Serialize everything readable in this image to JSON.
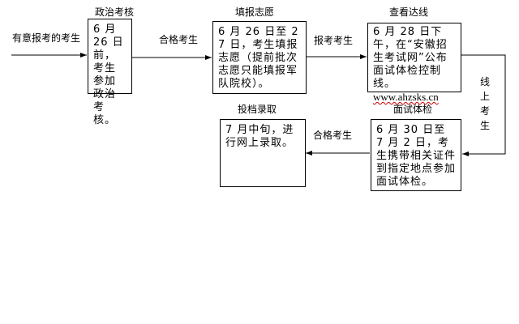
{
  "start_label": "有意报考的考生",
  "steps": [
    {
      "title": "政治考核",
      "text": "6 月 26 日前，考生参加政治考核。"
    },
    {
      "title": "填报志愿",
      "text": "6 月 26 日至 27 日，考生填报志愿（提前批次志愿只能填报军队院校）。"
    },
    {
      "title": "查看达线",
      "text": "6 月 28 日下午，在“安徽招生考试网”公布面试体检控制线。",
      "url": "www.ahzsks.cn"
    },
    {
      "title": "面试体检",
      "text": "6 月 30 日至 7 月 2 日，考生携带相关证件到指定地点参加面试体检。"
    },
    {
      "title": "投档录取",
      "text": "7 月中旬，进行网上录取。"
    }
  ],
  "arrows": {
    "a1": "合格考生",
    "a2": "报考考生",
    "a3": "线上考生",
    "a4": "合格考生"
  }
}
